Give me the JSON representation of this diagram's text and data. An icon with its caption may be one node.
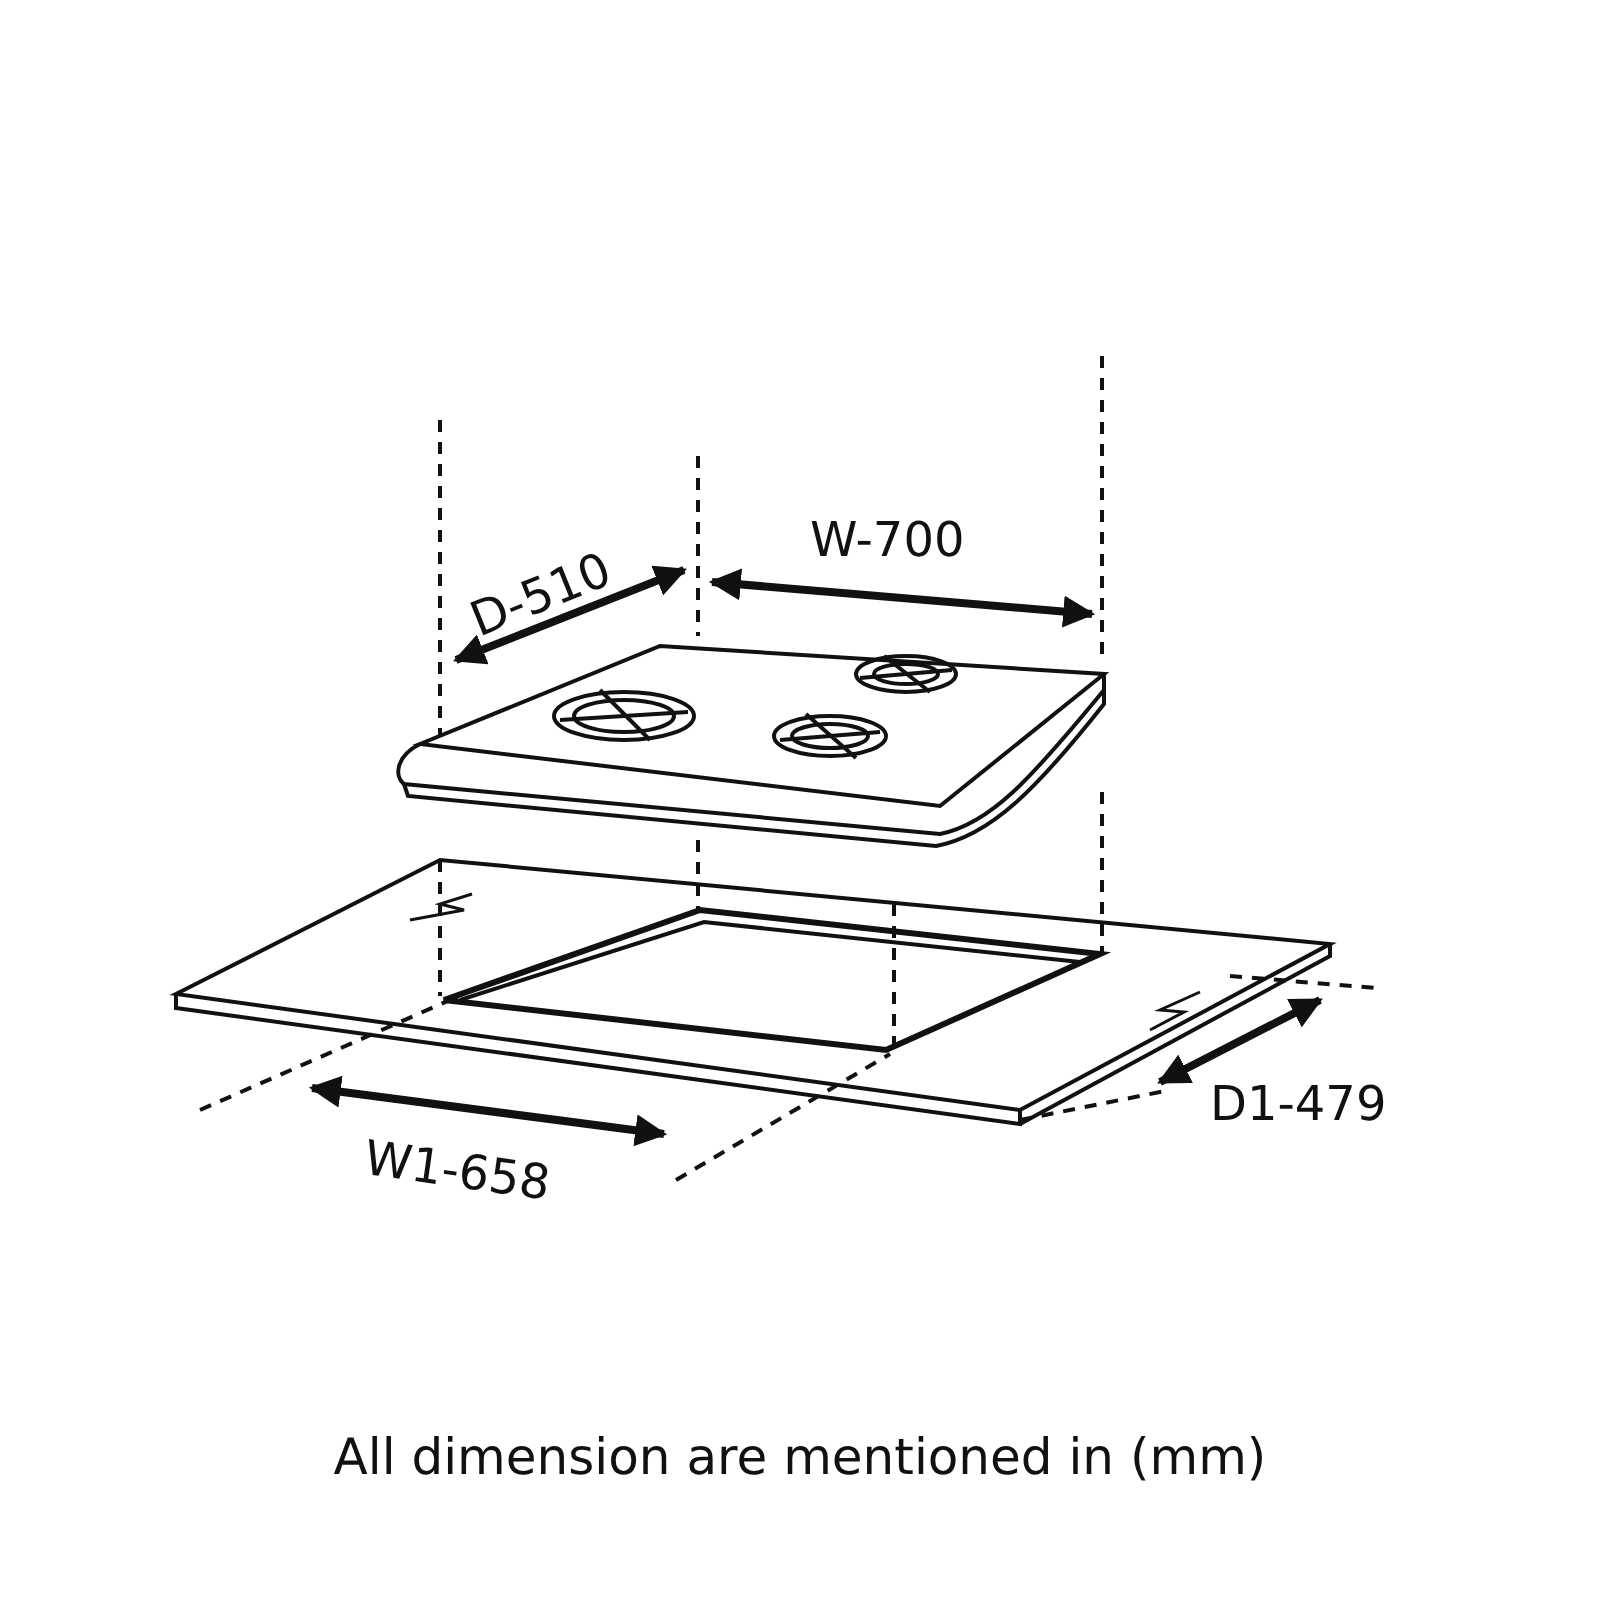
{
  "diagram": {
    "caption": "All dimension are mentioned in (mm)",
    "labels": [
      "D-510",
      "W-700",
      "W1-658",
      "D1-479"
    ]
  }
}
